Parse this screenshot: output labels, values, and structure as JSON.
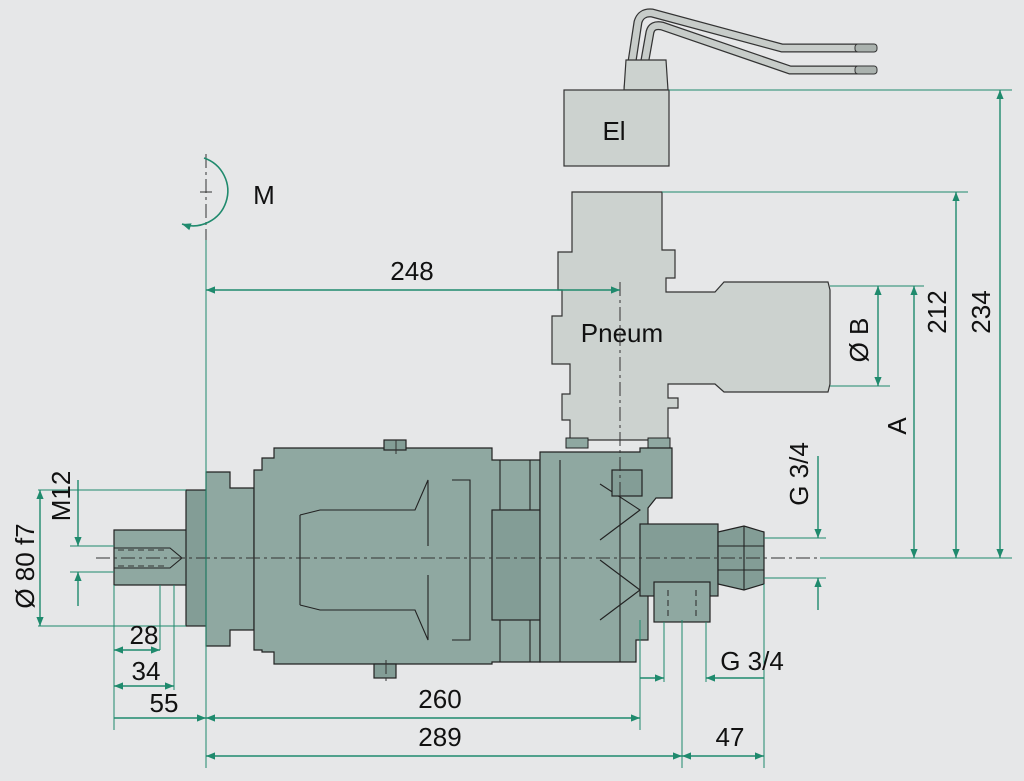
{
  "labels": {
    "el": "El",
    "pneum": "Pneum",
    "rotation": "M"
  },
  "dimensions": {
    "d248": "248",
    "d260": "260",
    "d289": "289",
    "d47": "47",
    "d28": "28",
    "d34": "34",
    "d55": "55",
    "d212": "212",
    "d234": "234",
    "dA": "A",
    "dB": "Ø B",
    "dM12": "M12",
    "d80f7": "Ø 80 f7",
    "g34_upper": "G 3/4",
    "g34_lower": "G 3/4"
  },
  "colors": {
    "background": "#e6e7e8",
    "dimension_lines": "#1f8a6d",
    "pump_body": "#8fa8a1",
    "valve_gray": "#ccd2cf"
  }
}
